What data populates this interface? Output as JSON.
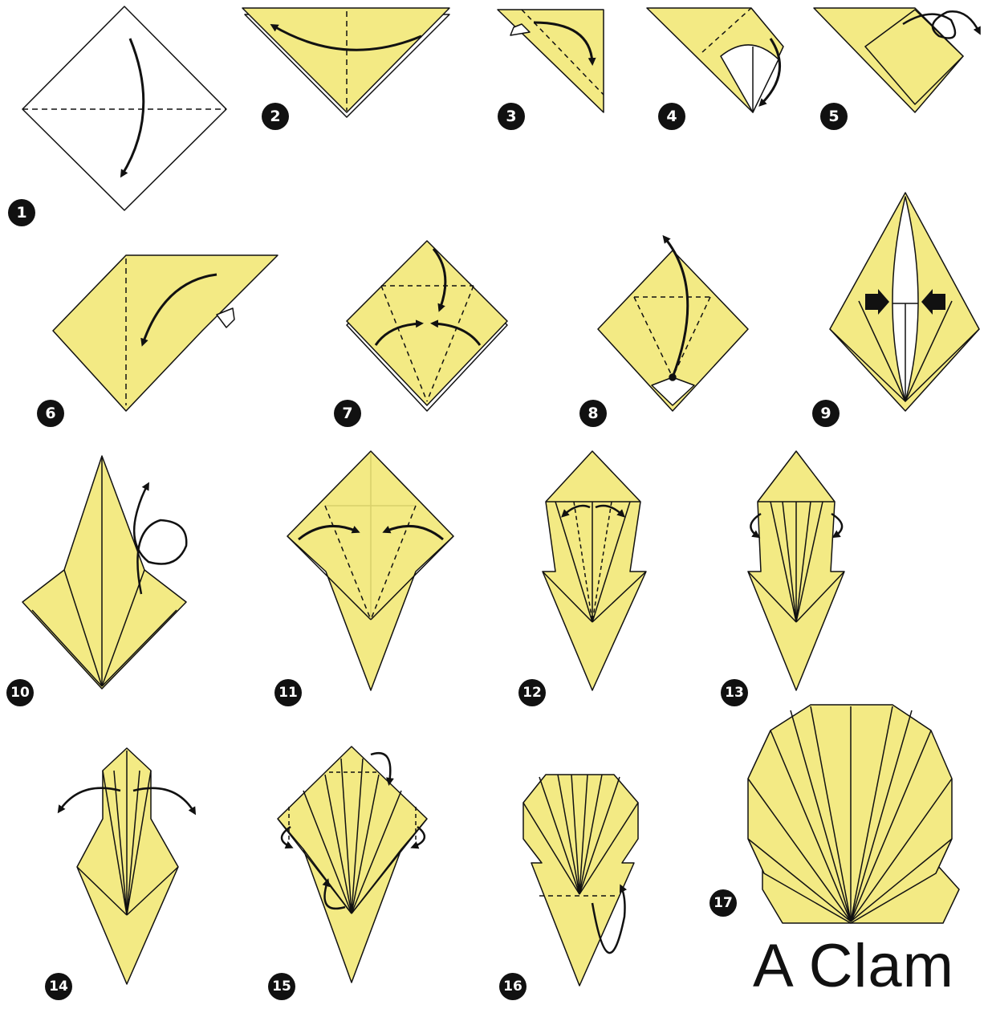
{
  "title": "A Clam",
  "colors": {
    "paper": "#f3ea84",
    "line": "#111111",
    "dash": "#222222"
  },
  "steps": [
    {
      "n": "1"
    },
    {
      "n": "2"
    },
    {
      "n": "3"
    },
    {
      "n": "4"
    },
    {
      "n": "5"
    },
    {
      "n": "6"
    },
    {
      "n": "7"
    },
    {
      "n": "8"
    },
    {
      "n": "9"
    },
    {
      "n": "10"
    },
    {
      "n": "11"
    },
    {
      "n": "12"
    },
    {
      "n": "13"
    },
    {
      "n": "14"
    },
    {
      "n": "15"
    },
    {
      "n": "16"
    },
    {
      "n": "17"
    }
  ]
}
